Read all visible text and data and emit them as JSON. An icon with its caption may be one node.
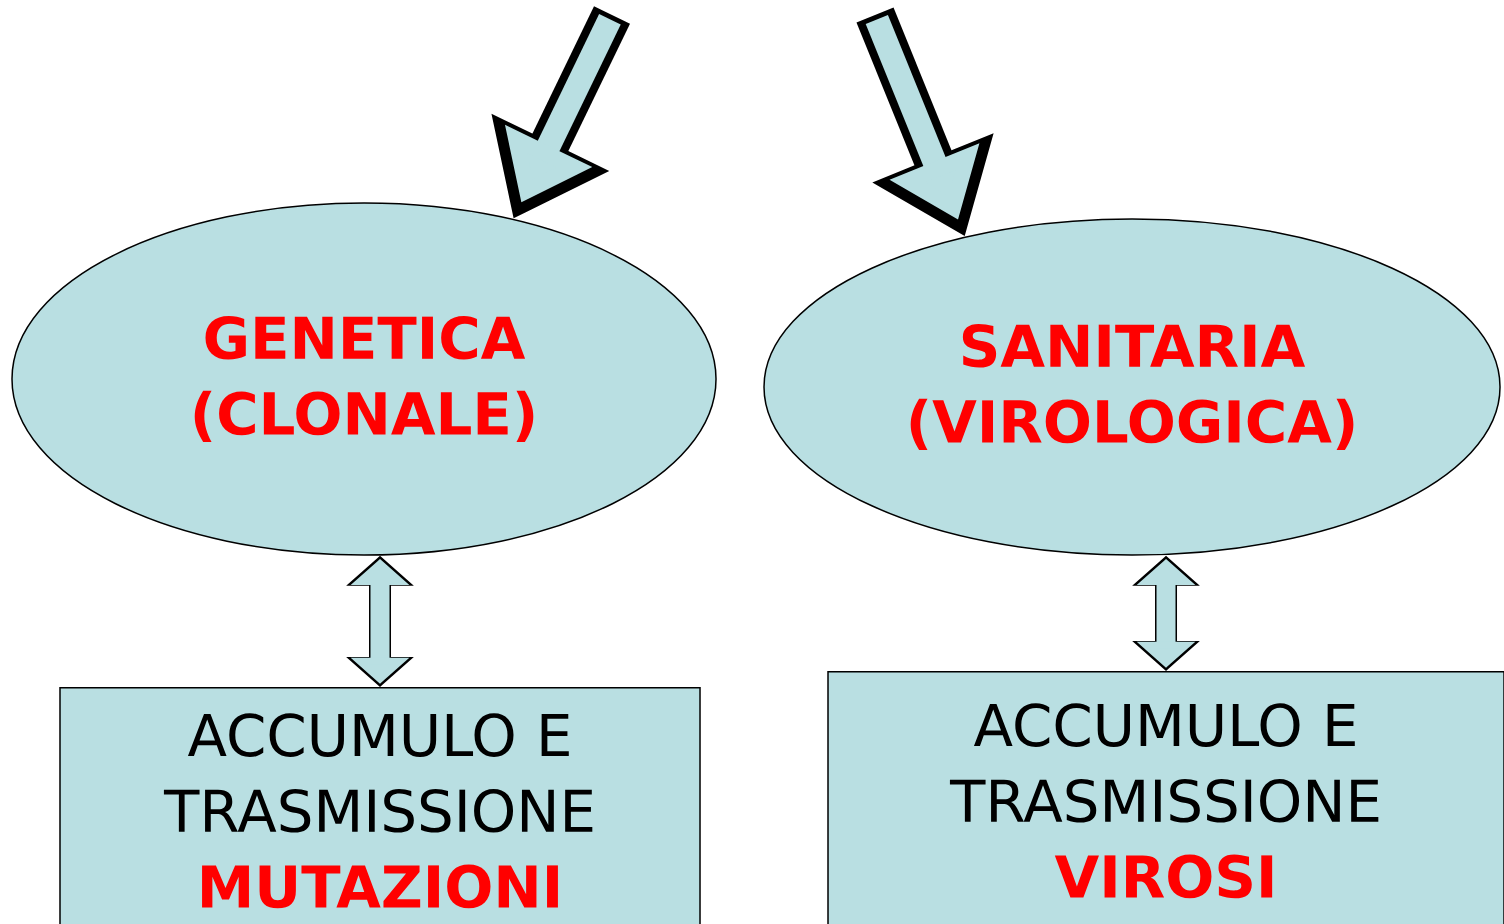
{
  "diagram": {
    "nodes": [
      {
        "text": [
          "GENETICA (CLONALE)"
        ]
      },
      {
        "text": [
          "SANITARIA (VIROLOGICA)"
        ]
      },
      {
        "text": [
          "ACCUMULO E TRASMISSIONE",
          "MUTAZIONI"
        ]
      },
      {
        "text": [
          "ACCUMULO E TRASMISSIONE",
          "VIROSI"
        ]
      }
    ],
    "edges": [
      {
        "from": null,
        "to": 0,
        "arrow": "to",
        "style": "thick"
      },
      {
        "from": null,
        "to": 1,
        "arrow": "to",
        "style": "thick"
      },
      {
        "from": 0,
        "to": 2,
        "arrow": "both",
        "color": "#b9dfe2"
      },
      {
        "from": 1,
        "to": 3,
        "arrow": "both",
        "color": "#b9dfe2"
      }
    ]
  }
}
